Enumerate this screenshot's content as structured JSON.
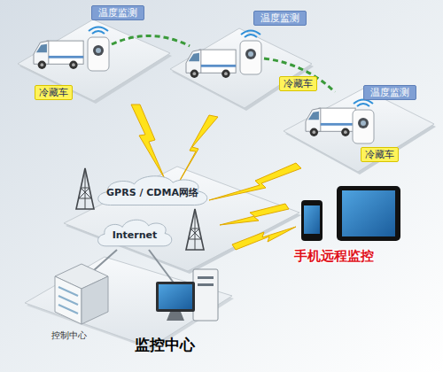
{
  "diagram": {
    "nodes": [
      {
        "text": [
          "温度监测"
        ]
      },
      {
        "text": [
          "冷藏车"
        ]
      },
      {
        "text": [
          "温度监测"
        ]
      },
      {
        "text": [
          "冷藏车"
        ]
      },
      {
        "text": [
          "温度监测"
        ]
      },
      {
        "text": [
          "冷藏车"
        ]
      },
      {
        "text": [
          "GPRS / CDMA网络"
        ]
      },
      {
        "text": [
          "Internet"
        ]
      }
    ],
    "labels": [
      "手机远程监控",
      "控制中心",
      "监控中心"
    ]
  }
}
